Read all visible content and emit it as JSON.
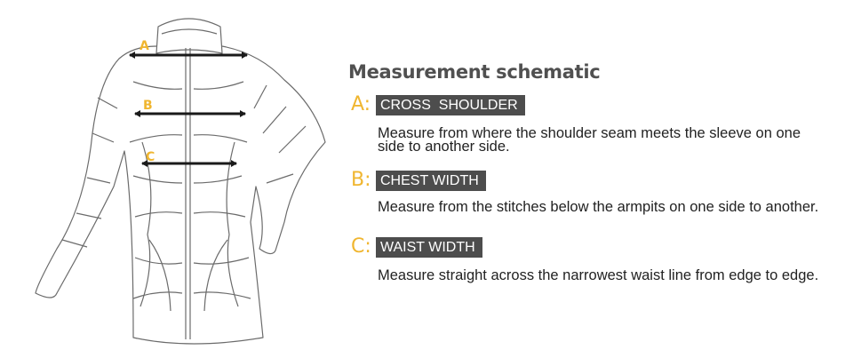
{
  "diagram": {
    "title": "Measurement schematic",
    "markers": {
      "a": "A",
      "b": "B",
      "c": "C"
    },
    "items": [
      {
        "letter": "A:",
        "label": "CROSS  SHOULDER",
        "description": "Measure from where the shoulder seam meets the sleeve on one side to another side."
      },
      {
        "letter": "B:",
        "label": "CHEST WIDTH",
        "description": "Measure from the stitches below the armpits on one side to another."
      },
      {
        "letter": "C:",
        "label": "WAIST WIDTH",
        "description": "Measure straight across the narrowest waist line from edge to edge."
      }
    ]
  },
  "colors": {
    "accent": "#f0b630",
    "tag_background": "#4d4d4d",
    "outline": "#6b6b6b",
    "arrow": "#1a1a1a",
    "title": "#505050"
  },
  "icons": {
    "garment": "down-jacket-outline"
  }
}
